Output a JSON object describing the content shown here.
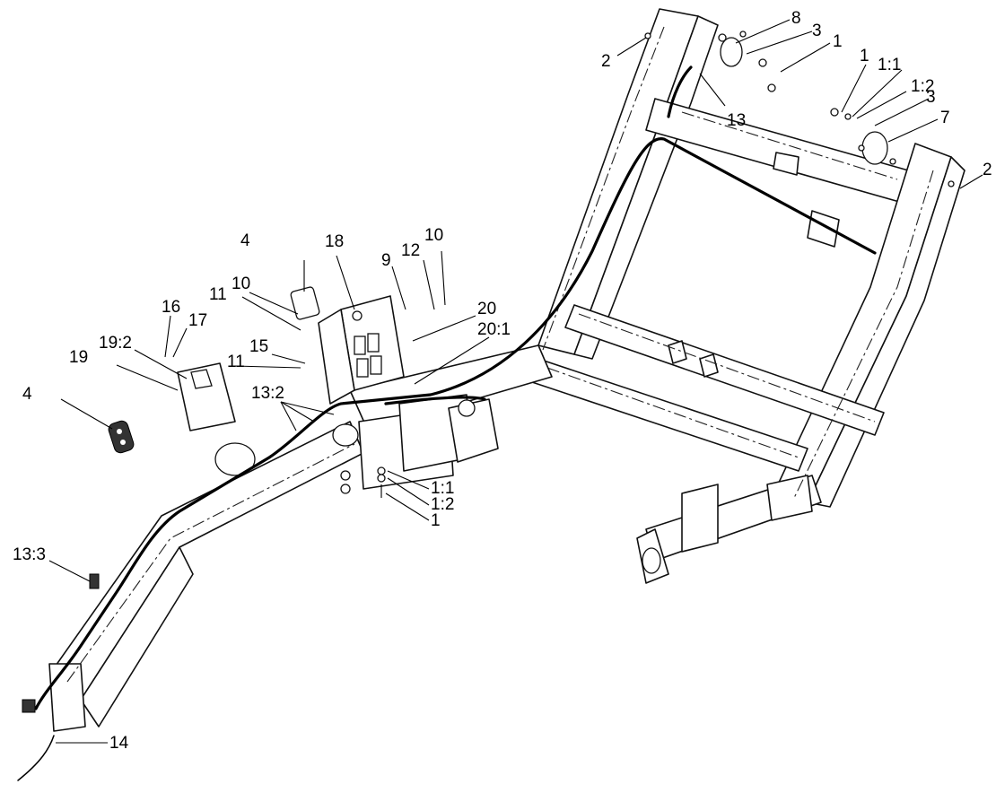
{
  "diagram": {
    "callouts": [
      {
        "id": "c-8-top",
        "text": "8"
      },
      {
        "id": "c-3-top",
        "text": "3"
      },
      {
        "id": "c-1-top",
        "text": "1"
      },
      {
        "id": "c-2-topleft",
        "text": "2"
      },
      {
        "id": "c-13-top",
        "text": "13"
      },
      {
        "id": "c-1-right",
        "text": "1"
      },
      {
        "id": "c-1-1-right",
        "text": "1:1"
      },
      {
        "id": "c-1-2-right",
        "text": "1:2"
      },
      {
        "id": "c-3-right",
        "text": "3"
      },
      {
        "id": "c-7-right",
        "text": "7"
      },
      {
        "id": "c-2-right",
        "text": "2"
      },
      {
        "id": "c-4-top",
        "text": "4"
      },
      {
        "id": "c-18",
        "text": "18"
      },
      {
        "id": "c-9",
        "text": "9"
      },
      {
        "id": "c-12",
        "text": "12"
      },
      {
        "id": "c-10-right",
        "text": "10"
      },
      {
        "id": "c-10-left",
        "text": "10"
      },
      {
        "id": "c-11-top",
        "text": "11"
      },
      {
        "id": "c-16",
        "text": "16"
      },
      {
        "id": "c-17",
        "text": "17"
      },
      {
        "id": "c-20",
        "text": "20"
      },
      {
        "id": "c-20-1",
        "text": "20:1"
      },
      {
        "id": "c-19-2",
        "text": "19:2"
      },
      {
        "id": "c-19",
        "text": "19"
      },
      {
        "id": "c-15",
        "text": "15"
      },
      {
        "id": "c-11-mid",
        "text": "11"
      },
      {
        "id": "c-4-left",
        "text": "4"
      },
      {
        "id": "c-13-2",
        "text": "13:2"
      },
      {
        "id": "c-1-1-bottom",
        "text": "1:1"
      },
      {
        "id": "c-1-2-bottom",
        "text": "1:2"
      },
      {
        "id": "c-1-bottom",
        "text": "1"
      },
      {
        "id": "c-13-3",
        "text": "13:3"
      },
      {
        "id": "c-14",
        "text": "14"
      }
    ]
  }
}
